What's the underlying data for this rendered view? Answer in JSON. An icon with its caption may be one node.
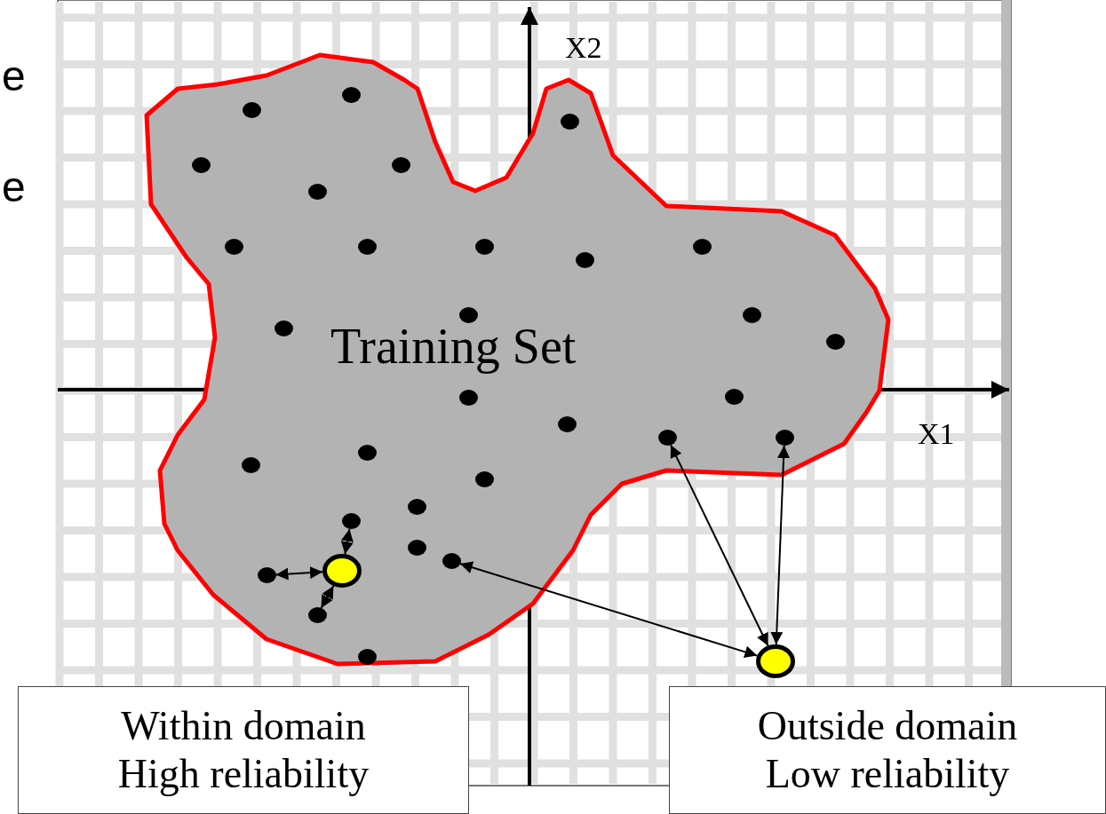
{
  "diagram": {
    "nodes": [
      {
        "text": [
          "Training Set"
        ]
      },
      {
        "text": [],
        "shape": "circle",
        "in": 0
      },
      {
        "text": [],
        "shape": "circle",
        "in": 0
      },
      {
        "text": [],
        "shape": "circle",
        "in": 0
      },
      {
        "text": [],
        "shape": "circle",
        "in": 0
      },
      {
        "text": [],
        "shape": "circle",
        "in": 0
      },
      {
        "text": [],
        "shape": "circle",
        "in": 0
      },
      {
        "text": [],
        "shape": "circle",
        "in": 0
      },
      {
        "text": [],
        "shape": "circle",
        "in": 0
      },
      {
        "text": [],
        "shape": "circle",
        "in": 0
      },
      {
        "text": [],
        "shape": "circle",
        "in": 0
      },
      {
        "text": [],
        "shape": "circle",
        "in": 0
      },
      {
        "text": [],
        "shape": "circle",
        "in": 0
      },
      {
        "text": [],
        "shape": "circle",
        "in": 0
      },
      {
        "text": [],
        "shape": "circle",
        "in": 0
      },
      {
        "text": [],
        "shape": "circle",
        "in": 0
      },
      {
        "text": [],
        "shape": "circle",
        "in": 0
      },
      {
        "text": [],
        "shape": "circle",
        "in": 0
      },
      {
        "text": [],
        "shape": "circle",
        "in": 0
      },
      {
        "text": [],
        "shape": "circle",
        "in": 0
      },
      {
        "text": [],
        "shape": "circle",
        "in": 0
      },
      {
        "text": [],
        "shape": "circle",
        "in": 0
      },
      {
        "text": [],
        "shape": "circle",
        "in": 0
      },
      {
        "text": [],
        "shape": "circle",
        "in": 0
      },
      {
        "text": [],
        "shape": "circle",
        "in": 0
      },
      {
        "text": [],
        "shape": "circle",
        "in": 0
      },
      {
        "text": [],
        "shape": "circle",
        "in": 0
      },
      {
        "text": [],
        "shape": "circle",
        "in": 0
      },
      {
        "text": [],
        "shape": "circle",
        "in": 0
      },
      {
        "text": [],
        "shape": "circle",
        "in": 0
      },
      {
        "text": [],
        "shape": "circle",
        "in": 0
      },
      {
        "text": [],
        "shape": "circle",
        "in": 0
      },
      {
        "text": [],
        "shape": "circle"
      },
      {
        "text": [
          "Within domain",
          "High reliability"
        ]
      },
      {
        "text": [
          "Outside domain",
          "Low reliability"
        ]
      }
    ],
    "edges": [
      {
        "from": 28,
        "to": 25,
        "arrow": "both"
      },
      {
        "from": 28,
        "to": 29,
        "arrow": "both"
      },
      {
        "from": 30,
        "to": 28,
        "arrow": "both"
      },
      {
        "from": 32,
        "to": 27,
        "arrow": "both"
      },
      {
        "from": 32,
        "to": 19,
        "arrow": "both"
      },
      {
        "from": 32,
        "to": 20,
        "arrow": "both"
      }
    ],
    "labels": [
      "e",
      "e",
      "X2",
      "X1"
    ]
  }
}
